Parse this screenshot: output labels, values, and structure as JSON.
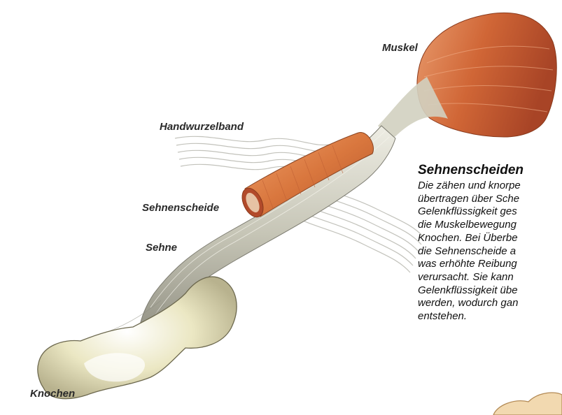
{
  "labels": {
    "muskel": "Muskel",
    "handwurzelband": "Handwurzelband",
    "sehnenscheide": "Sehnenscheide",
    "sehne": "Sehne",
    "knochen": "Knochen"
  },
  "info": {
    "title": "Sehnenscheiden",
    "lines": [
      "Die zähen und knorpe",
      "übertragen über Sche",
      "Gelenkflüssigkeit ges",
      "die Muskelbewegung",
      "Knochen. Bei Überbe",
      "die Sehnenscheide a",
      "was erhöhte Reibung",
      "verursacht. Sie kann",
      "Gelenkflüssigkeit übe",
      "werden, wodurch gan",
      "entstehen."
    ]
  },
  "colors": {
    "muscle": "#d4693c",
    "tendon": "#c9c7b8",
    "sheath": "#e0844f",
    "bone": "#ece8c4"
  }
}
